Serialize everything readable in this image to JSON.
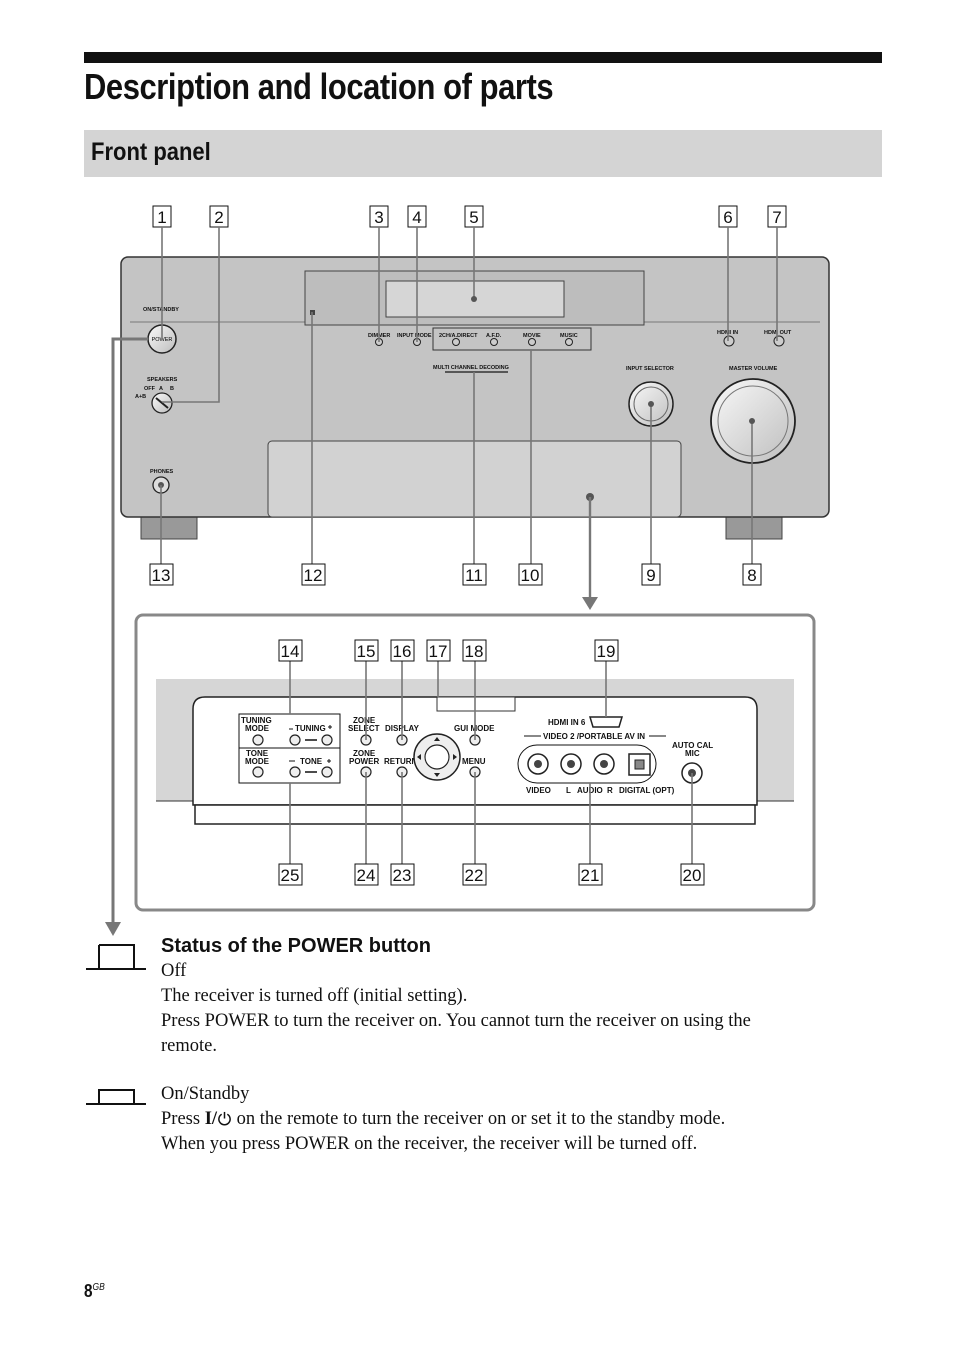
{
  "page": {
    "title": "Description and location of parts",
    "section": "Front panel",
    "page_number": "8",
    "page_suffix": "GB"
  },
  "callouts": {
    "c1": "1",
    "c2": "2",
    "c3": "3",
    "c4": "4",
    "c5": "5",
    "c6": "6",
    "c7": "7",
    "c8": "8",
    "c9": "9",
    "c10": "10",
    "c11": "11",
    "c12": "12",
    "c13": "13",
    "c14": "14",
    "c15": "15",
    "c16": "16",
    "c17": "17",
    "c18": "18",
    "c19": "19",
    "c20": "20",
    "c21": "21",
    "c22": "22",
    "c23": "23",
    "c24": "24",
    "c25": "25"
  },
  "receiver_labels": {
    "on_standby": "ON/STANDBY",
    "power": "POWER",
    "speakers": "SPEAKERS",
    "off": "OFF",
    "a": "A",
    "b": "B",
    "a_b": "A+B",
    "phones": "PHONES",
    "dimmer": "DIMMER",
    "input_mode": "INPUT MODE",
    "direct": "2CH/A.DIRECT",
    "afd": "A.F.D.",
    "movie": "MOVIE",
    "music": "MUSIC",
    "multi_channel": "MULTI CHANNEL DECODING",
    "hdmi_in": "HDMI IN",
    "hdmi_out": "HDMI OUT",
    "input_selector": "INPUT SELECTOR",
    "master_volume": "MASTER VOLUME"
  },
  "panel_labels": {
    "tuning_mode_1": "TUNING",
    "tuning_mode_2": "MODE",
    "tuning": "TUNING",
    "tone_mode_1": "TONE",
    "tone_mode_2": "MODE",
    "tone": "TONE",
    "zone_select_1": "ZONE",
    "zone_select_2": "SELECT",
    "zone_power_1": "ZONE",
    "zone_power_2": "POWER",
    "display": "DISPLAY",
    "return": "RETURN",
    "gui_mode": "GUI MODE",
    "menu": "MENU",
    "hdmi_in_6": "HDMI IN 6",
    "video2": "VIDEO 2 /PORTABLE AV IN",
    "video": "VIDEO",
    "l": "L",
    "audio": "AUDIO",
    "r": "R",
    "digital": "DIGITAL (OPT)",
    "auto_cal_1": "AUTO CAL",
    "auto_cal_2": "MIC"
  },
  "status": {
    "title": "Status of the POWER button",
    "off_label": "Off",
    "off_line1": "The receiver is turned off (initial setting).",
    "off_line2": "Press POWER to turn the receiver on. You cannot turn the receiver on using the",
    "off_line3": "remote.",
    "on_label": "On/Standby",
    "on_line1_pre": "Press ",
    "on_line1_sym": "I/",
    "on_line1_post": " on the remote to turn the receiver on or set it to the standby mode.",
    "on_line2": "When you press POWER on the receiver, the receiver will be turned off."
  }
}
